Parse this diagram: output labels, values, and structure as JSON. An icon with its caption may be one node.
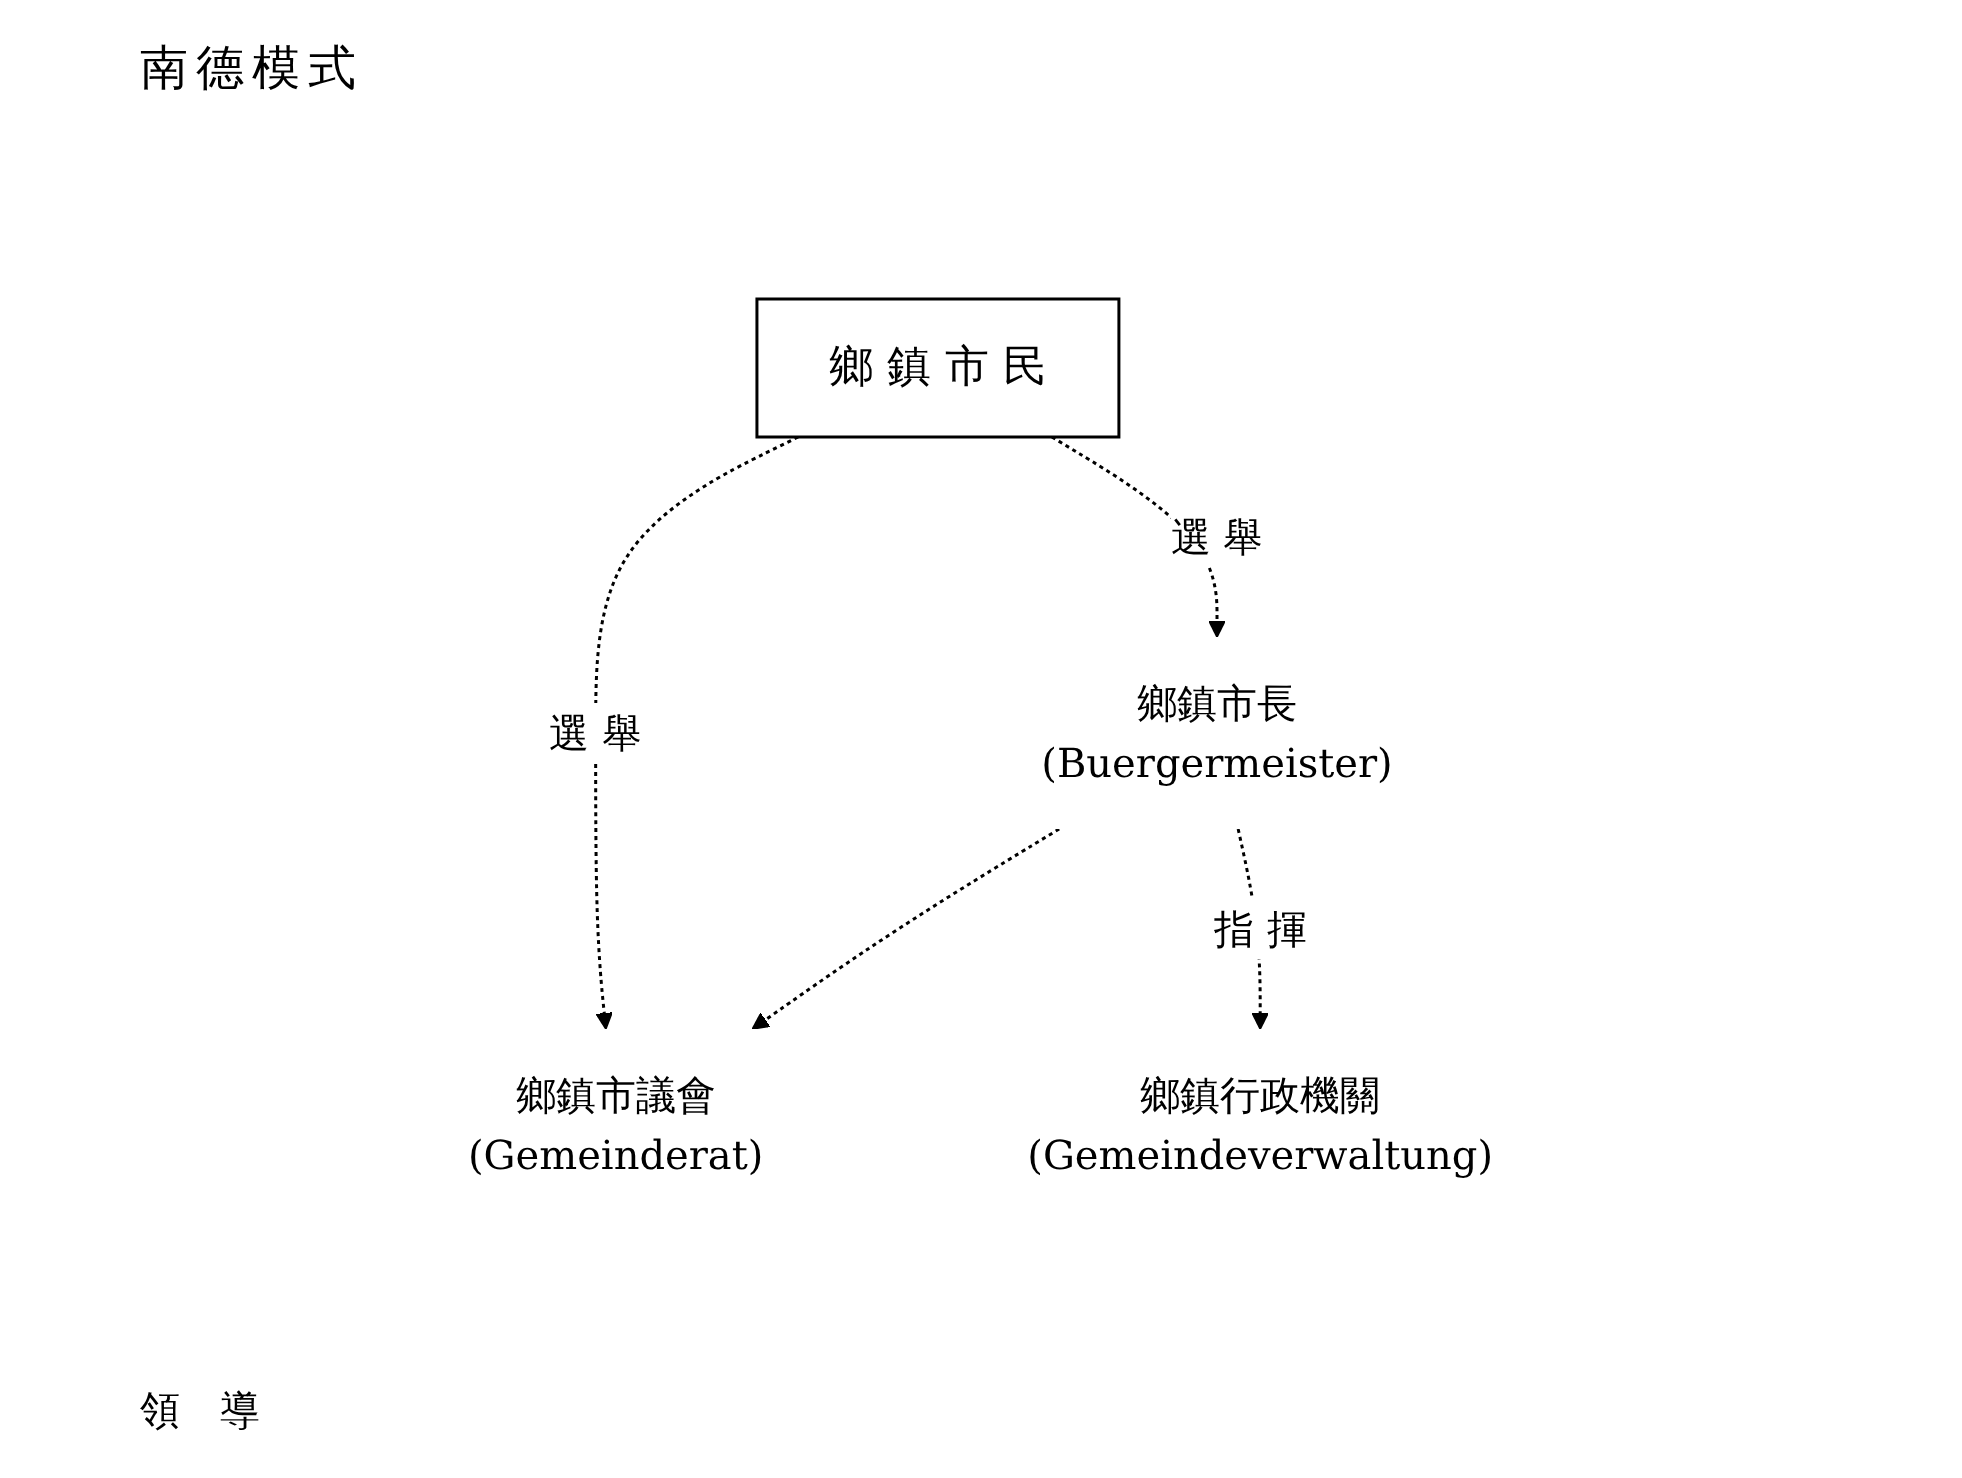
{
  "diagram": {
    "title": "南德模式",
    "nodes": [
      {
        "text": [
          "鄉 鎮 市 民"
        ]
      },
      {
        "text": [
          "鄉鎮市議會",
          "(Gemeinderat)"
        ]
      },
      {
        "text": [
          "鄉鎮市長(Buergermeister)"
        ]
      },
      {
        "text": [
          "鄉鎮行政機關(Gemeindeverwaltung)"
        ]
      }
    ],
    "edges": [
      {
        "from": 0,
        "to": 1,
        "arrow": "to",
        "label": "選 舉",
        "style": "dashed"
      },
      {
        "from": 0,
        "to": 2,
        "arrow": "to",
        "label": "選 舉",
        "style": "dashed"
      },
      {
        "from": 2,
        "to": 1,
        "arrow": "to",
        "style": "dashed"
      },
      {
        "from": 2,
        "to": 3,
        "arrow": "to",
        "label": "指 揮",
        "style": "dashed"
      }
    ],
    "labels": [
      "領",
      "導"
    ]
  }
}
